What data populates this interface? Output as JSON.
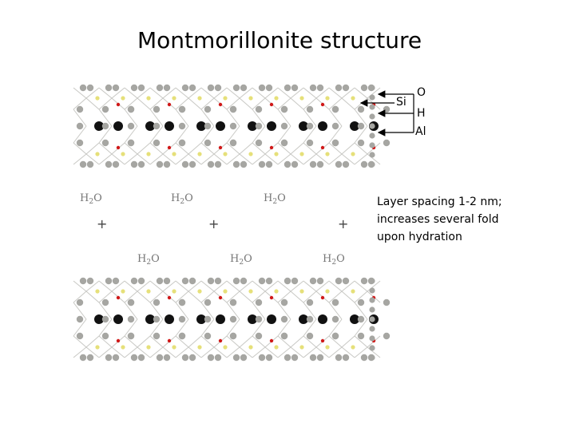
{
  "title": "Montmorillonite structure",
  "labels": {
    "si": "Si",
    "o": "O",
    "h": "H",
    "al": "Al"
  },
  "water": {
    "formula_main": "H",
    "formula_sub": "2",
    "formula_tail": "O",
    "cation": "+"
  },
  "note_lines": [
    "Layer spacing 1-2 nm;",
    "increases several fold",
    "upon hydration"
  ],
  "colors": {
    "oxygen": "#a6a6a2",
    "silicon": "#e6e07a",
    "hydrogen": "#d01818",
    "aluminum": "#111111",
    "bond": "#c8c8c4"
  }
}
